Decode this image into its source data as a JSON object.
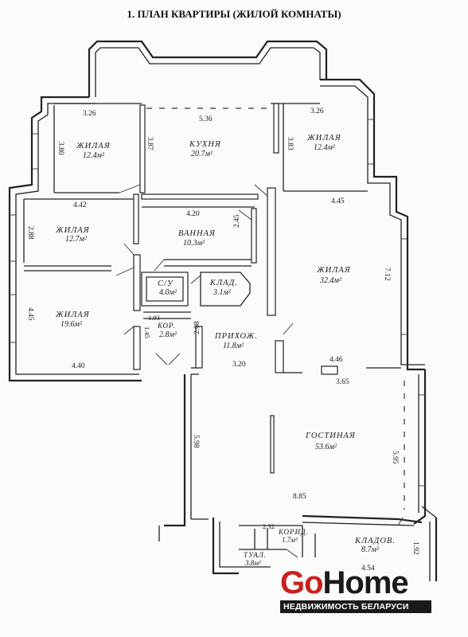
{
  "title": "1. ПЛАН КВАРТИРЫ (ЖИЛОЙ КОМНАТЫ)",
  "rooms": {
    "living_nw": {
      "name": "ЖИЛАЯ",
      "area": "12.4м²"
    },
    "kitchen": {
      "name": "КУХНЯ",
      "area": "20.7м²"
    },
    "living_ne": {
      "name": "ЖИЛАЯ",
      "area": "12.4м²"
    },
    "living_w": {
      "name": "ЖИЛАЯ",
      "area": "12.7м²"
    },
    "bathroom": {
      "name": "ВАННАЯ",
      "area": "10.3м²"
    },
    "living_e": {
      "name": "ЖИЛАЯ",
      "area": "32.4м²"
    },
    "wc": {
      "name": "С/У",
      "area": "4.0м²"
    },
    "storage1": {
      "name": "КЛАД.",
      "area": "3.1м²"
    },
    "living_sw": {
      "name": "ЖИЛАЯ",
      "area": "19.6м²"
    },
    "corridor1": {
      "name": "КОР.",
      "area": "2.8м²"
    },
    "hall": {
      "name": "ПРИХОЖ.",
      "area": "11.8м²"
    },
    "lounge": {
      "name": "ГОСТИНАЯ",
      "area": "53.6м²"
    },
    "corridor2": {
      "name": "КОРИД.",
      "area": "1.7м²"
    },
    "storage2": {
      "name": "КЛАДОВ.",
      "area": "8.7м²"
    },
    "toilet": {
      "name": "ТУАЛ.",
      "area": "3.8м²"
    }
  },
  "dimensions": {
    "d_326_left": "3.26",
    "d_536": "5.36",
    "d_326_right": "3.26",
    "d_380": "3.80",
    "d_387": "3.87",
    "d_383": "3.83",
    "d_442": "4.42",
    "d_420": "4.20",
    "d_445_top": "4.45",
    "d_288": "2.88",
    "d_245": "2.45",
    "d_712": "7.12",
    "d_445_left": "4.45",
    "d_193": "1.93",
    "d_145": "1.45",
    "d_208": "2.08",
    "d_440": "4.40",
    "d_320": "3.20",
    "d_446": "4.46",
    "d_365": "3.65",
    "d_598": "5.98",
    "d_595": "5.95",
    "d_885": "8.85",
    "d_232": "2.32",
    "d_192": "1.92",
    "d_454": "4.54"
  },
  "logo": {
    "brand_go": "Go",
    "brand_home": "Home",
    "tagline": "НЕДВИЖИМОСТЬ БЕЛАРУСИ",
    "brand_red": "#c8201e",
    "brand_dark": "#1a1a1a"
  }
}
